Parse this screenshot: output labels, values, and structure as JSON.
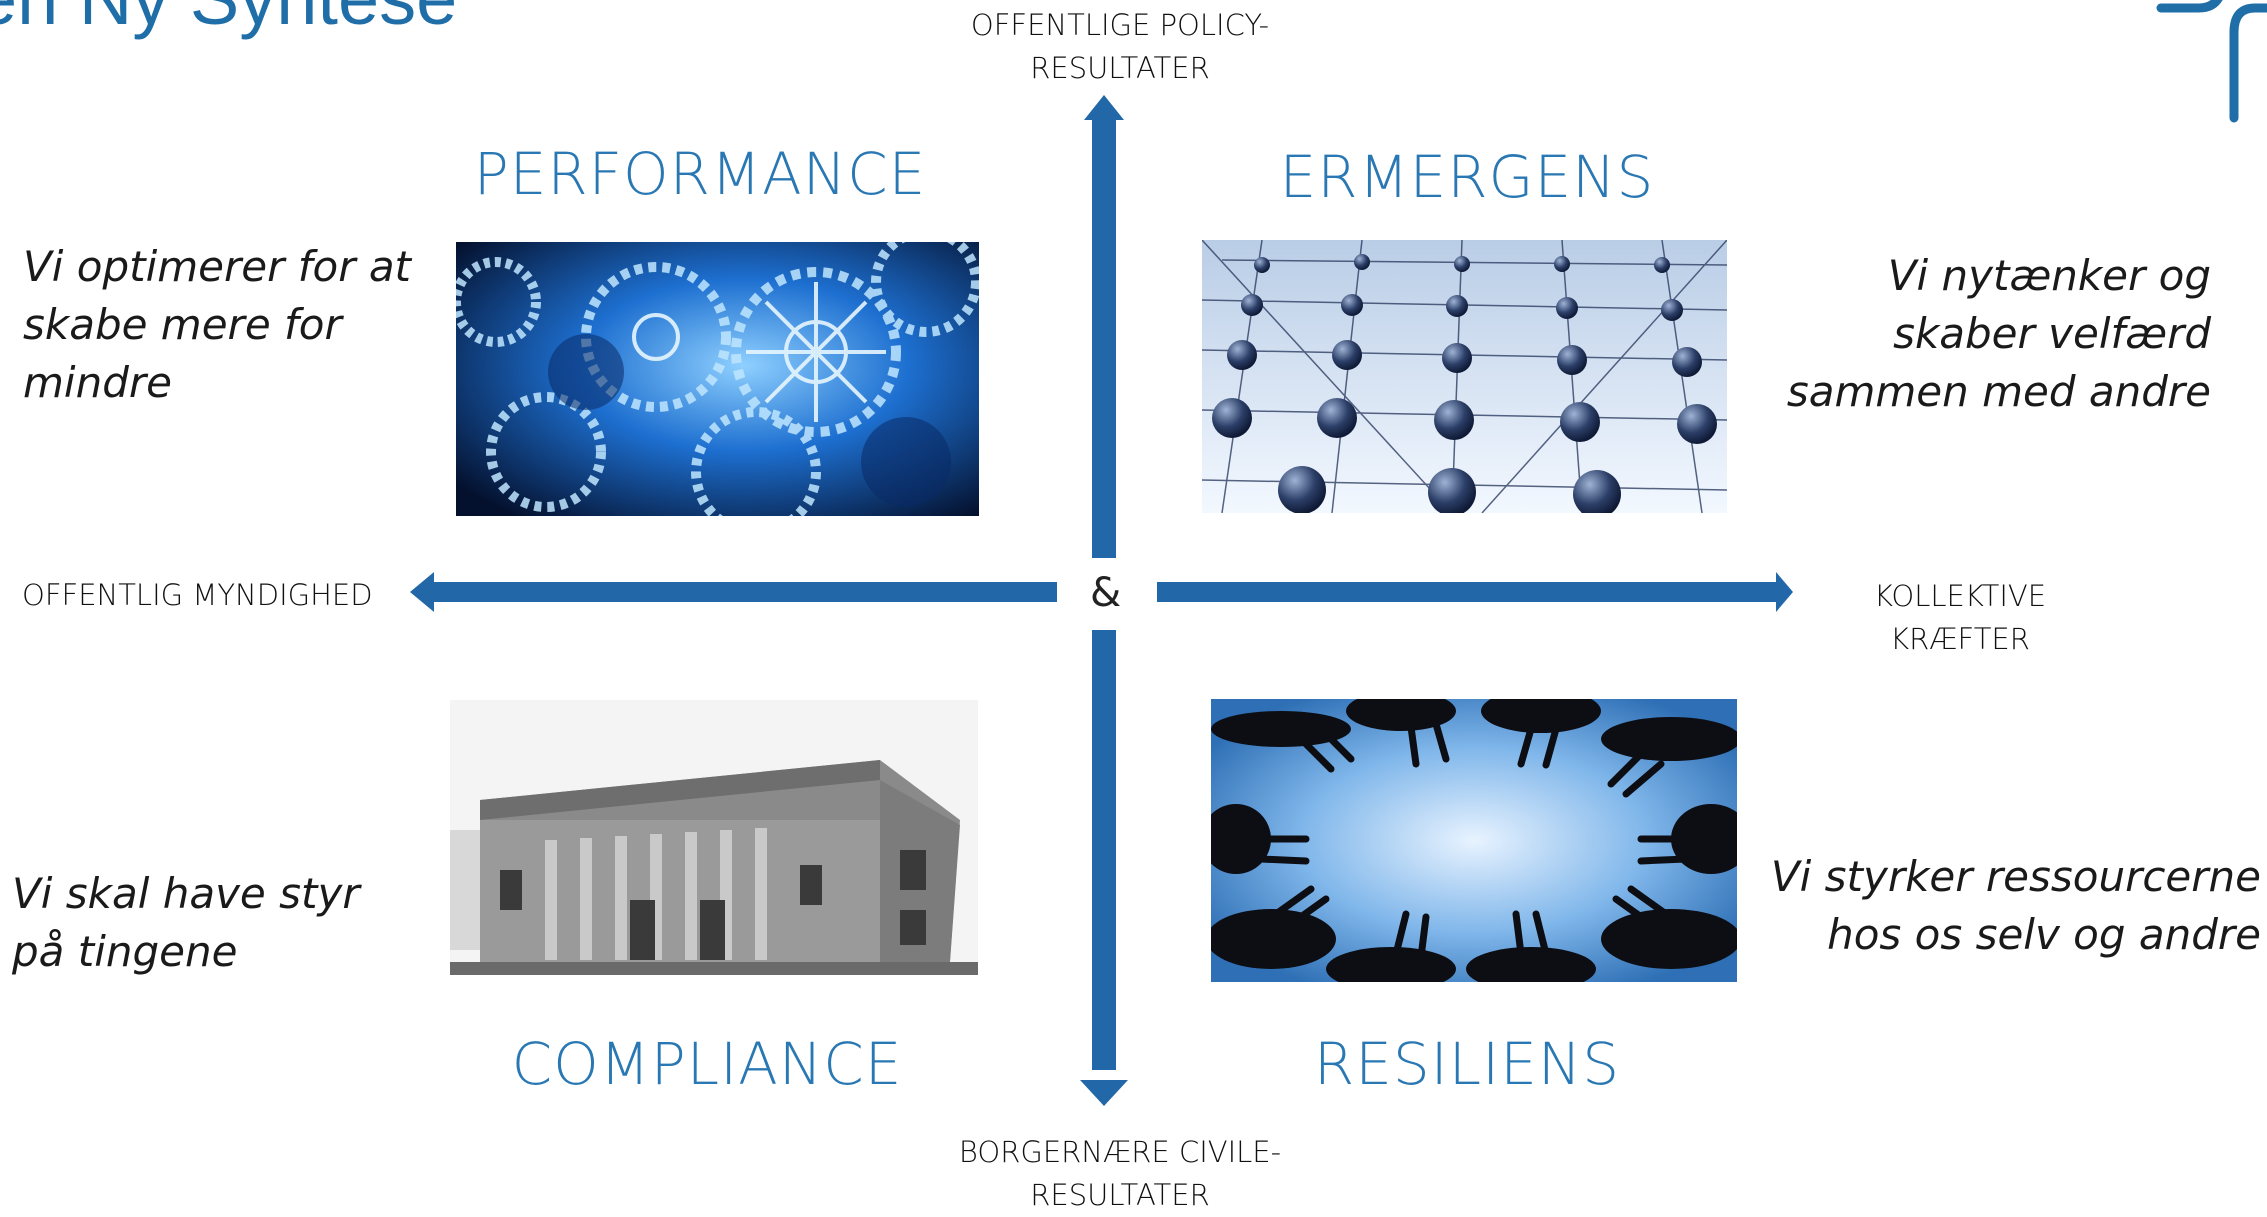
{
  "title": "en Ny Syntese",
  "axes": {
    "top": [
      "OFFENTLIGE POLICY-",
      "RESULTATER"
    ],
    "bottom": [
      "BORGERNÆRE CIVILE-",
      "RESULTATER"
    ],
    "left": "OFFENTLIG MYNDIGHED",
    "right": [
      "KOLLEKTIVE",
      "KRÆFTER"
    ],
    "center": "&"
  },
  "quadrants": {
    "top_left": {
      "title": "PERFORMANCE",
      "quote": [
        "Vi optimerer for at",
        "skabe mere for",
        "mindre"
      ],
      "image": "gears-image"
    },
    "top_right": {
      "title": "ERMERGENS",
      "quote": [
        "Vi nytænker og",
        "skaber velfærd",
        "sammen med andre"
      ],
      "image": "network-image"
    },
    "bottom_left": {
      "title": "COMPLIANCE",
      "quote": [
        "Vi skal have styr",
        "på tingene"
      ],
      "image": "building-image"
    },
    "bottom_right": {
      "title": "RESILIENS",
      "quote": [
        "Vi styrker ressourcerne",
        "hos os selv og andre"
      ],
      "image": "hands-image"
    }
  },
  "colors": {
    "accent": "#1f6ea8",
    "arrow": "#2268a8"
  }
}
